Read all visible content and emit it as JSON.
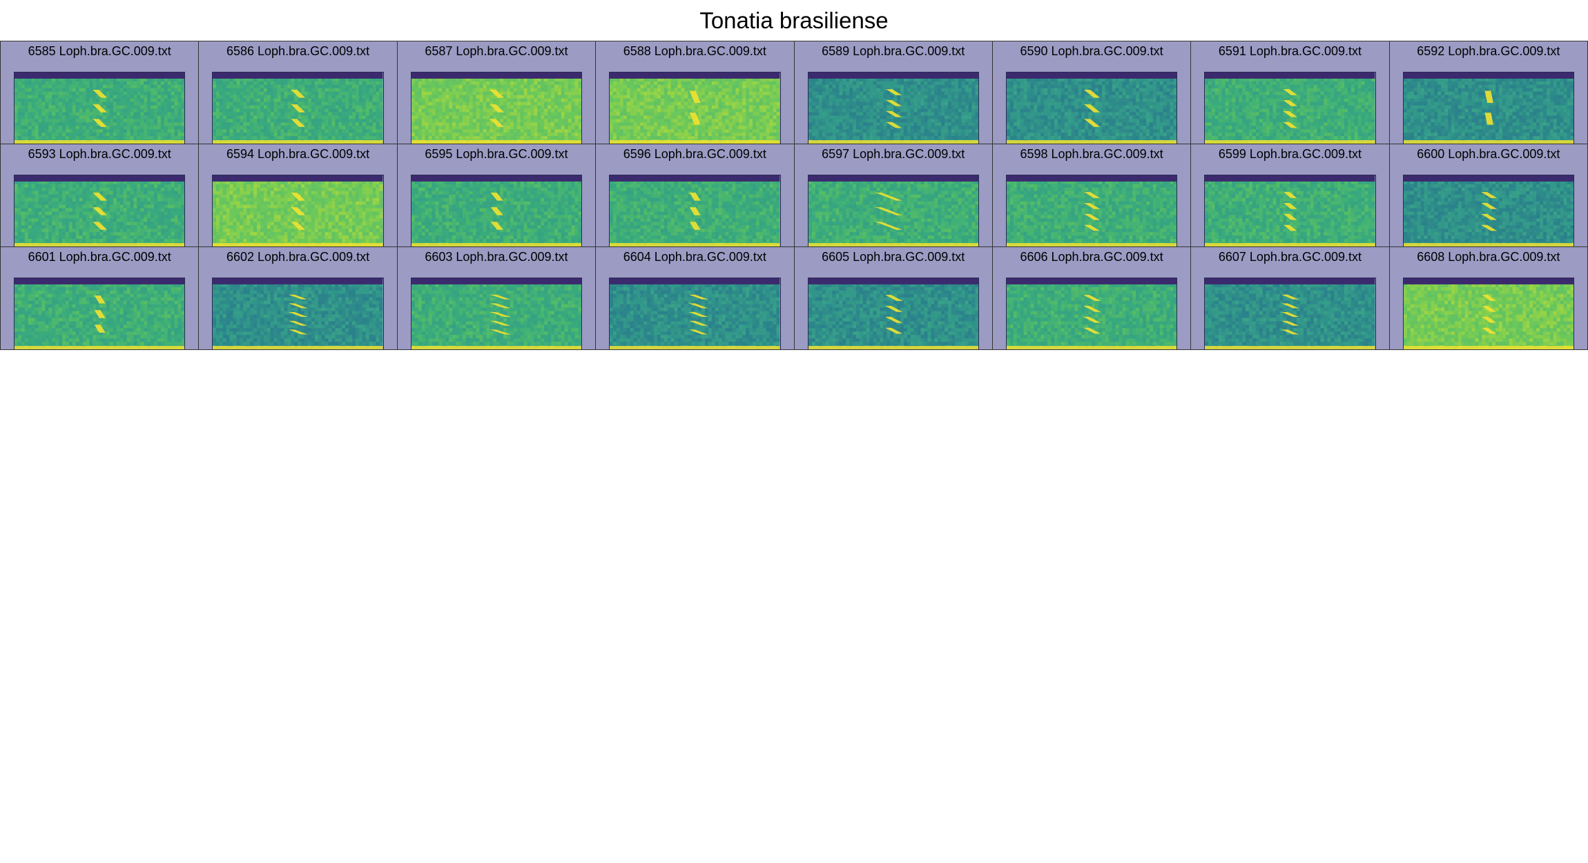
{
  "title": "Tonatia brasiliense",
  "colors": {
    "cell_background": "#9b9bc4",
    "spectrogram_low": "#3b2a6e",
    "spectrogram_mid": "#2f9a84",
    "spectrogram_high": "#f2e230"
  },
  "panels": [
    {
      "label": "6585 Loph.bra.GC.009.txt",
      "tone": "mid",
      "stripes": 3,
      "slant": 1.0,
      "pos": 0.5
    },
    {
      "label": "6586 Loph.bra.GC.009.txt",
      "tone": "mid",
      "stripes": 3,
      "slant": 1.0,
      "pos": 0.5
    },
    {
      "label": "6587 Loph.bra.GC.009.txt",
      "tone": "bright",
      "stripes": 3,
      "slant": 1.0,
      "pos": 0.5
    },
    {
      "label": "6588 Loph.bra.GC.009.txt",
      "tone": "bright",
      "stripes": 2,
      "slant": 0.6,
      "pos": 0.5
    },
    {
      "label": "6589 Loph.bra.GC.009.txt",
      "tone": "dark",
      "stripes": 4,
      "slant": 1.2,
      "pos": 0.5
    },
    {
      "label": "6590 Loph.bra.GC.009.txt",
      "tone": "dark",
      "stripes": 3,
      "slant": 1.2,
      "pos": 0.5
    },
    {
      "label": "6591 Loph.bra.GC.009.txt",
      "tone": "mid",
      "stripes": 4,
      "slant": 1.0,
      "pos": 0.5
    },
    {
      "label": "6592 Loph.bra.GC.009.txt",
      "tone": "dark",
      "stripes": 2,
      "slant": 0.3,
      "pos": 0.5
    },
    {
      "label": "6593 Loph.bra.GC.009.txt",
      "tone": "mid",
      "stripes": 3,
      "slant": 1.0,
      "pos": 0.5
    },
    {
      "label": "6594 Loph.bra.GC.009.txt",
      "tone": "bright",
      "stripes": 3,
      "slant": 1.0,
      "pos": 0.5
    },
    {
      "label": "6595 Loph.bra.GC.009.txt",
      "tone": "mid",
      "stripes": 3,
      "slant": 0.8,
      "pos": 0.5
    },
    {
      "label": "6596 Loph.bra.GC.009.txt",
      "tone": "mid",
      "stripes": 3,
      "slant": 0.6,
      "pos": 0.5
    },
    {
      "label": "6597 Loph.bra.GC.009.txt",
      "tone": "mid",
      "stripes": 3,
      "slant": 2.6,
      "pos": 0.47
    },
    {
      "label": "6598 Loph.bra.GC.009.txt",
      "tone": "mid",
      "stripes": 4,
      "slant": 1.2,
      "pos": 0.5
    },
    {
      "label": "6599 Loph.bra.GC.009.txt",
      "tone": "mid",
      "stripes": 4,
      "slant": 0.9,
      "pos": 0.5
    },
    {
      "label": "6600 Loph.bra.GC.009.txt",
      "tone": "dark",
      "stripes": 4,
      "slant": 1.2,
      "pos": 0.5
    },
    {
      "label": "6601 Loph.bra.GC.009.txt",
      "tone": "mid",
      "stripes": 3,
      "slant": 0.6,
      "pos": 0.5
    },
    {
      "label": "6602 Loph.bra.GC.009.txt",
      "tone": "dark",
      "stripes": 5,
      "slant": 1.6,
      "pos": 0.5
    },
    {
      "label": "6603 Loph.bra.GC.009.txt",
      "tone": "mid",
      "stripes": 5,
      "slant": 1.8,
      "pos": 0.52
    },
    {
      "label": "6604 Loph.bra.GC.009.txt",
      "tone": "dark",
      "stripes": 5,
      "slant": 1.6,
      "pos": 0.52
    },
    {
      "label": "6605 Loph.bra.GC.009.txt",
      "tone": "dark",
      "stripes": 4,
      "slant": 1.4,
      "pos": 0.5
    },
    {
      "label": "6606 Loph.bra.GC.009.txt",
      "tone": "mid",
      "stripes": 4,
      "slant": 1.4,
      "pos": 0.5
    },
    {
      "label": "6607 Loph.bra.GC.009.txt",
      "tone": "dark",
      "stripes": 5,
      "slant": 1.4,
      "pos": 0.5
    },
    {
      "label": "6608 Loph.bra.GC.009.txt",
      "tone": "bright",
      "stripes": 4,
      "slant": 1.0,
      "pos": 0.5
    }
  ]
}
